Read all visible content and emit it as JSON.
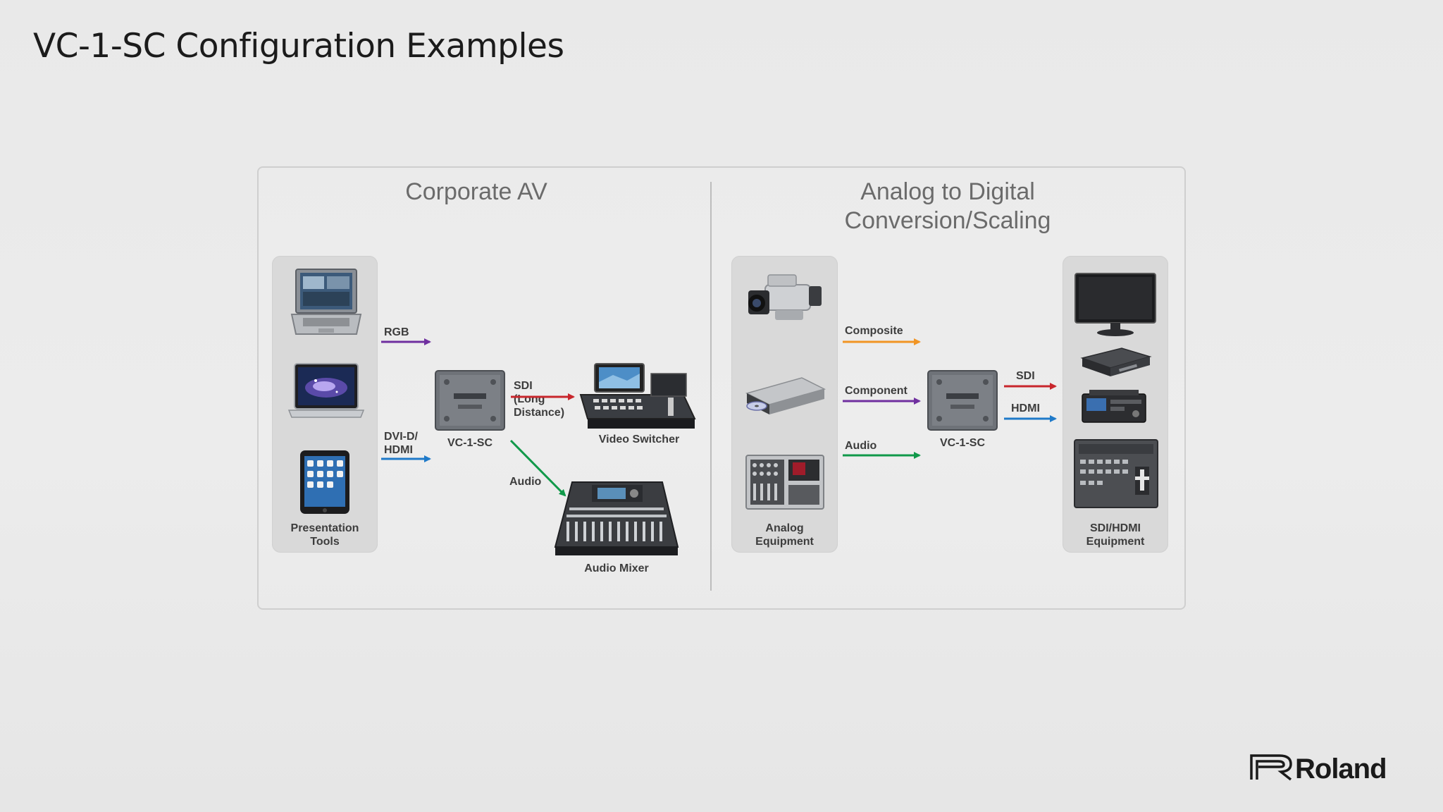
{
  "title": "VC-1-SC Configuration Examples",
  "colors": {
    "purple": "#6f2f9f",
    "blue": "#1f7ac9",
    "red": "#c8262c",
    "green": "#11994a",
    "orange": "#f19524"
  },
  "corporate": {
    "title": "Corporate AV",
    "group_label": "Presentation\nTools",
    "devices": [
      "laptop-icon",
      "macbook-icon",
      "tablet-icon"
    ],
    "inputs": [
      {
        "label": "RGB",
        "color": "purple"
      },
      {
        "label": "DVI-D/\nHDMI",
        "color": "blue"
      }
    ],
    "converter_label": "VC-1-SC",
    "outputs": [
      {
        "label": "SDI\n(Long\nDistance)",
        "color": "red",
        "target": "Video Switcher"
      },
      {
        "label": "Audio",
        "color": "green",
        "target": "Audio Mixer"
      }
    ],
    "video_switcher_label": "Video Switcher",
    "audio_mixer_label": "Audio Mixer"
  },
  "analog": {
    "title": "Analog to Digital\nConversion/Scaling",
    "source_group_label": "Analog\nEquipment",
    "source_devices": [
      "camcorder-icon",
      "dvd-player-icon",
      "analog-mixer-icon"
    ],
    "inputs": [
      {
        "label": "Composite",
        "color": "orange"
      },
      {
        "label": "Component",
        "color": "purple"
      },
      {
        "label": "Audio",
        "color": "green"
      }
    ],
    "converter_label": "VC-1-SC",
    "outputs": [
      {
        "label": "SDI",
        "color": "red"
      },
      {
        "label": "HDMI",
        "color": "blue"
      }
    ],
    "target_group_label": "SDI/HDMI\nEquipment",
    "target_devices": [
      "monitor-icon",
      "recorder-icon",
      "deck-icon",
      "switcher-icon"
    ]
  },
  "brand": "Roland"
}
